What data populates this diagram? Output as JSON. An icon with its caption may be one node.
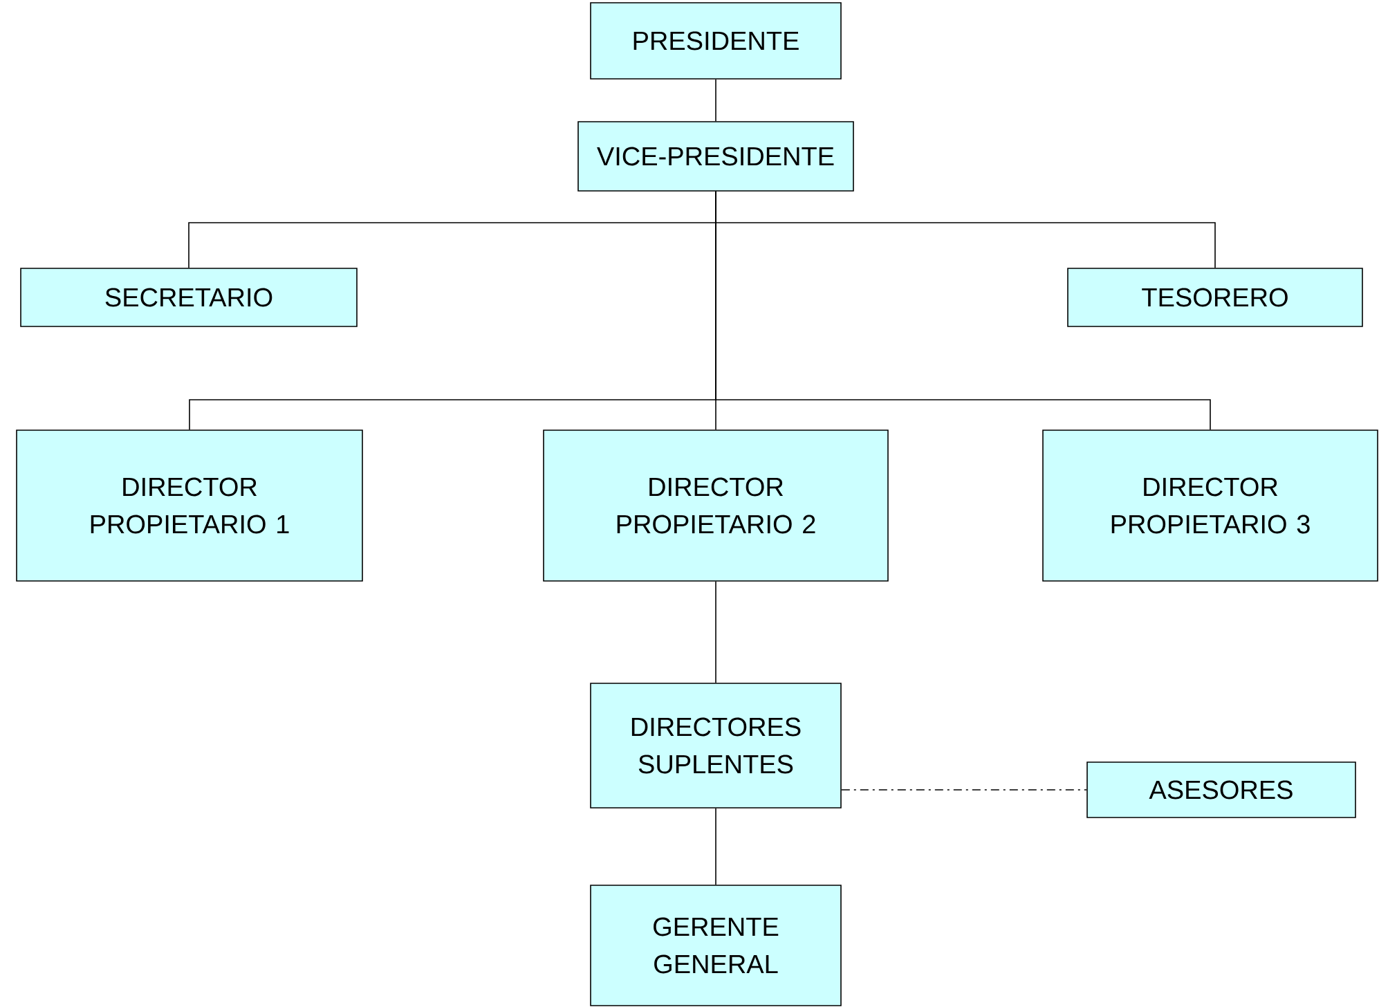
{
  "diagram": {
    "nodes": [
      {
        "text": [
          "PRESIDENTE"
        ]
      },
      {
        "text": [
          "VICE-PRESIDENTE"
        ]
      },
      {
        "text": [
          "SECRETARIO"
        ]
      },
      {
        "text": [
          "TESORERO"
        ]
      },
      {
        "text": [
          "DIRECTOR PROPIETARIO 1"
        ]
      },
      {
        "text": [
          "DIRECTOR PROPIETARIO 2"
        ]
      },
      {
        "text": [
          "DIRECTOR PROPIETARIO 3"
        ]
      },
      {
        "text": [
          "DIRECTORES SUPLENTES"
        ]
      },
      {
        "text": [
          "ASESORES"
        ]
      },
      {
        "text": [
          "GERENTE GENERAL"
        ]
      }
    ],
    "edges": [
      {
        "from": 0,
        "to": 1,
        "arrow": "none"
      },
      {
        "from": 1,
        "to": 2,
        "arrow": "none"
      },
      {
        "from": 1,
        "to": 3,
        "arrow": "none"
      },
      {
        "from": 1,
        "to": 4,
        "arrow": "none"
      },
      {
        "from": 1,
        "to": 5,
        "arrow": "none"
      },
      {
        "from": 1,
        "to": 6,
        "arrow": "none"
      },
      {
        "from": 5,
        "to": 7,
        "arrow": "none"
      },
      {
        "from": 7,
        "to": 8,
        "arrow": "none",
        "style": "dashed"
      },
      {
        "from": 7,
        "to": 9,
        "arrow": "none"
      }
    ]
  }
}
